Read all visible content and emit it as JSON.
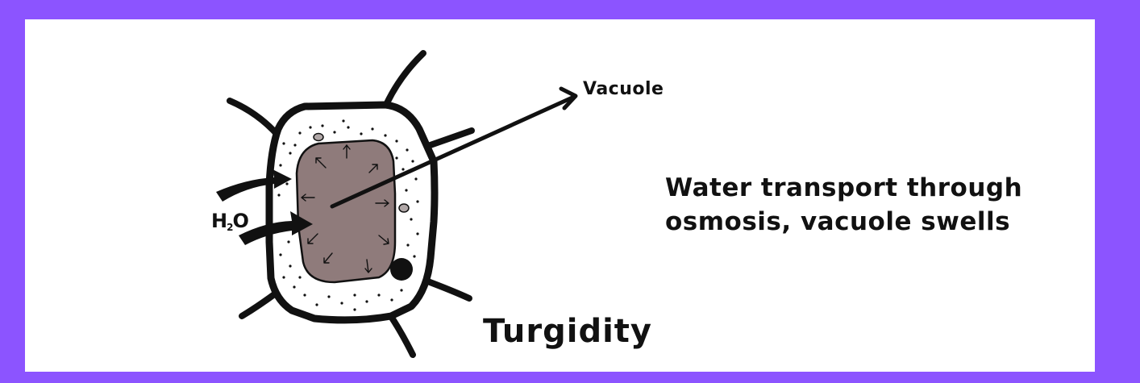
{
  "colors": {
    "background_frame": "#8c54ff",
    "panel": "#ffffff",
    "cell_wall": "#111111",
    "vacuole": "#8f7b7b",
    "organelle": "#b0a7a7"
  },
  "labels": {
    "vacuole": "Vacuole",
    "water_main": "H",
    "water_sub": "2",
    "water_tail": "O"
  },
  "description": {
    "line1": "Water transport through",
    "line2": "osmosis, vacuole swells"
  },
  "title": "Turgidity"
}
